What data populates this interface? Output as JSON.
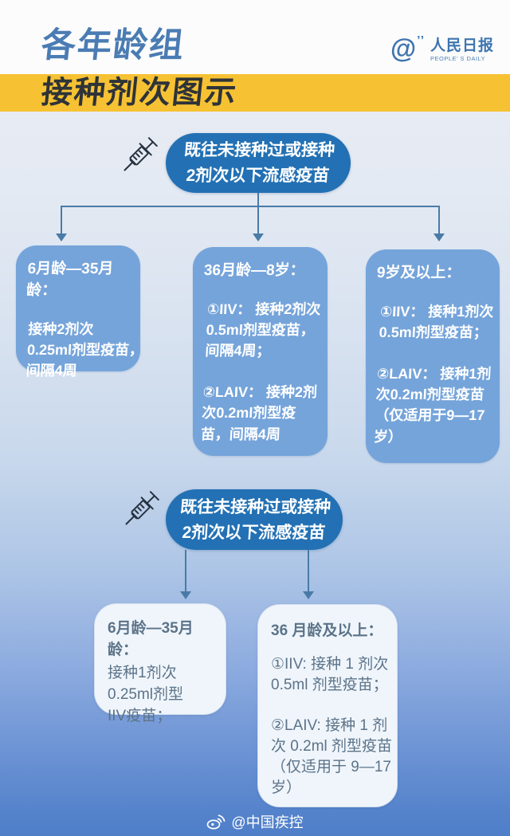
{
  "header": {
    "title_line1": "各年龄组",
    "title_line2": "接种剂次图示",
    "logo_at": "@",
    "logo_ticks": "’’",
    "logo_name": "人民日报",
    "logo_sub": "PEOPLE’ S DAILY"
  },
  "flow1": {
    "node_label": "既往未接种过或接种\n2剂次以下流感疫苗",
    "boxes": [
      {
        "title": "6月龄—35月龄：",
        "body": "接种2剂次\n0.25ml剂型疫苗，\n间隔4周"
      },
      {
        "title": "36月龄—8岁：",
        "body": "①IIV： 接种2剂次\n0.5ml剂型疫苗，\n间隔4周；\n\n②LAIV： 接种2剂\n次0.2ml剂型疫\n苗，间隔4周"
      },
      {
        "title": "9岁及以上：",
        "body": "①IIV： 接种1剂次\n0.5ml剂型疫苗；\n\n②LAIV： 接种1剂\n次0.2ml剂型疫苗\n（仅适用于9—17\n岁）"
      }
    ]
  },
  "flow2": {
    "node_label": "既往未接种过或接种\n2剂次以下流感疫苗",
    "boxes": [
      {
        "title": "6月龄—35月龄：",
        "body": "接种1剂次\n0.25ml剂型\nIIV疫苗；"
      },
      {
        "title": "36 月龄及以上：",
        "body": "①IIV: 接种 1 剂次\n0.5ml 剂型疫苗；\n\n②LAIV: 接种 1 剂\n次 0.2ml 剂型疫苗\n（仅适用于 9—17\n岁）"
      }
    ]
  },
  "footer": {
    "credit": "@中国疾控"
  },
  "icons": [
    "syringe-icon",
    "weibo-icon",
    "at-icon"
  ],
  "colors": {
    "band_yellow": "#f6c233",
    "title_blue": "#4a7cb3",
    "title_dark": "#2e3338",
    "node_blue": "#2371b4",
    "box_blue": "#75a4da",
    "box_white": "#eff5fb",
    "box_white_text": "#5c7389",
    "arrow": "#4a7ba6",
    "bg_top": "#eceef4",
    "bg_bottom": "#4f7ec9",
    "logo_blue": "#3d74b0"
  }
}
